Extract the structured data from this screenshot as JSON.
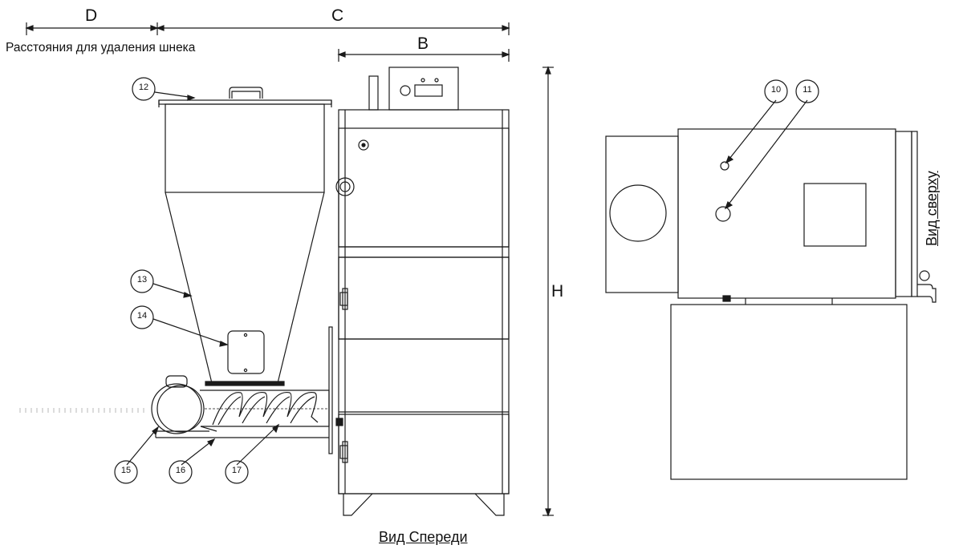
{
  "dimensions": {
    "d": "D",
    "c": "C",
    "b": "B",
    "h": "H"
  },
  "note": "Расстояния для удаления шнека",
  "views": {
    "front": "Вид Спереди",
    "top": "Вид сверху"
  },
  "callouts": [
    "10",
    "11",
    "12",
    "13",
    "14",
    "15",
    "16",
    "17"
  ],
  "colors": {
    "line": "#1a1a1a",
    "background": "#ffffff"
  }
}
